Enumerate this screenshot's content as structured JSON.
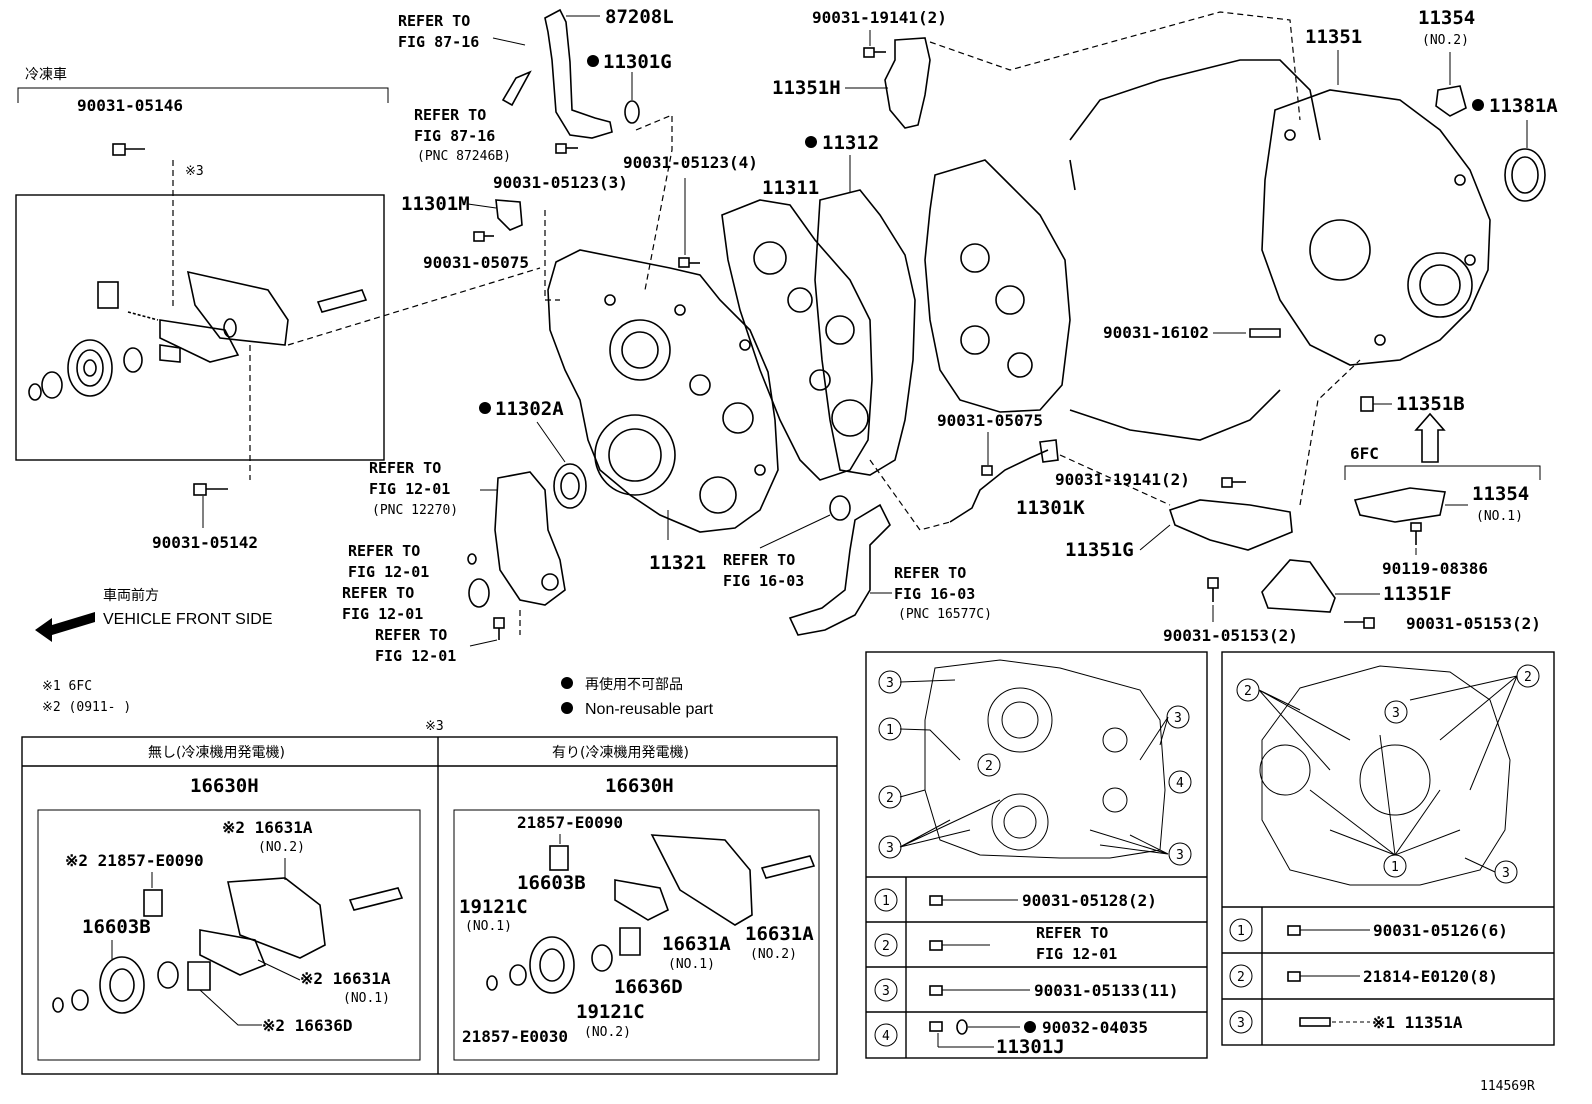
{
  "colors": {
    "ink": "#000000",
    "paper": "#ffffff"
  },
  "labels": {
    "reito_sha": "冷凍車",
    "p_90031_05146": "90031-05146",
    "p_90031_05142": "90031-05142",
    "note3_top": "※3",
    "refer_87_16_a_1": "REFER TO",
    "refer_87_16_a_2": "FIG 87-16",
    "p_87208L": "87208L",
    "p_11301G": "11301G",
    "refer_87_16_b_1": "REFER TO",
    "refer_87_16_b_2": "FIG 87-16",
    "refer_87_16_b_3": "(PNC 87246B)",
    "p_90031_05123_3": "90031-05123(3)",
    "p_90031_05123_4": "90031-05123(4)",
    "p_11301M": "11301M",
    "p_90031_05075_a": "90031-05075",
    "p_90031_19141_2_a": "90031-19141(2)",
    "p_11351H": "11351H",
    "p_11312": "11312",
    "p_11311": "11311",
    "p_11351": "11351",
    "p_11354_no2": "11354",
    "p_11354_no2_sub": "(NO.2)",
    "p_11381A": "11381A",
    "p_90031_16102": "90031-16102",
    "p_11351B": "11351B",
    "six_fc": "6FC",
    "p_11354_no1": "11354",
    "p_11354_no1_sub": "(NO.1)",
    "p_90119_08386": "90119-08386",
    "p_11351F": "11351F",
    "p_90031_05153_2_a": "90031-05153(2)",
    "p_90031_05153_2_b": "90031-05153(2)",
    "p_11351G": "11351G",
    "p_90031_19141_2_b": "90031-19141(2)",
    "p_11301K": "11301K",
    "p_90031_05075_b": "90031-05075",
    "p_11302A": "11302A",
    "refer_12_01_a_1": "REFER TO",
    "refer_12_01_a_2": "FIG 12-01",
    "refer_12_01_a_3": "(PNC 12270)",
    "refer_12_01_b_1": "REFER TO",
    "refer_12_01_b_2": "FIG 12-01",
    "refer_12_01_c_1": "REFER TO",
    "refer_12_01_c_2": "FIG 12-01",
    "refer_12_01_d_1": "REFER TO",
    "refer_12_01_d_2": "FIG 12-01",
    "p_11321": "11321",
    "refer_16_03_a_1": "REFER TO",
    "refer_16_03_a_2": "FIG 16-03",
    "refer_16_03_b_1": "REFER TO",
    "refer_16_03_b_2": "FIG 16-03",
    "refer_16_03_b_3": "(PNC 16577C)",
    "front_jp": "車両前方",
    "front_en": "VEHICLE FRONT SIDE",
    "note1": "※1 6FC",
    "note2": "※2 (0911-     )",
    "legend_jp": "再使用不可部品",
    "legend_en": "Non-reusable part",
    "note3_bottom": "※3",
    "drawing_no": "114569R"
  },
  "sub_left": {
    "header": "無し(冷凍機用発電機)",
    "assy": "16630H",
    "p_16631A_no2": "※2 16631A",
    "p_16631A_no2_sub": "(NO.2)",
    "p_21857_E0090": "※2 21857-E0090",
    "p_16603B": "16603B",
    "p_16631A_no1": "※2 16631A",
    "p_16631A_no1_sub": "(NO.1)",
    "p_16636D": "※2 16636D"
  },
  "sub_right": {
    "header": "有り(冷凍機用発電機)",
    "assy": "16630H",
    "p_21857_E0090": "21857-E0090",
    "p_16603B": "16603B",
    "p_19121C_no1": "19121C",
    "p_19121C_no1_sub": "(NO.1)",
    "p_16631A_no1": "16631A",
    "p_16631A_no1_sub": "(NO.1)",
    "p_16631A_no2": "16631A",
    "p_16631A_no2_sub": "(NO.2)",
    "p_16636D": "16636D",
    "p_19121C_no2": "19121C",
    "p_19121C_no2_sub": "(NO.2)",
    "p_21857_E0030": "21857-E0030"
  },
  "table_left": {
    "rows": [
      {
        "num": "1",
        "part": "90031-05128(2)"
      },
      {
        "num": "2",
        "part": "REFER TO",
        "part2": "FIG 12-01"
      },
      {
        "num": "3",
        "part": "90031-05133(11)"
      },
      {
        "num": "4",
        "part": "90032-04035",
        "part2": "11301J"
      }
    ],
    "callouts": [
      "3",
      "1",
      "2",
      "2",
      "3",
      "3",
      "4",
      "3"
    ]
  },
  "table_right": {
    "rows": [
      {
        "num": "1",
        "part": "90031-05126(6)"
      },
      {
        "num": "2",
        "part": "21814-E0120(8)"
      },
      {
        "num": "3",
        "part": "※1  11351A"
      }
    ],
    "callouts": [
      "2",
      "2",
      "3",
      "1",
      "3"
    ]
  }
}
